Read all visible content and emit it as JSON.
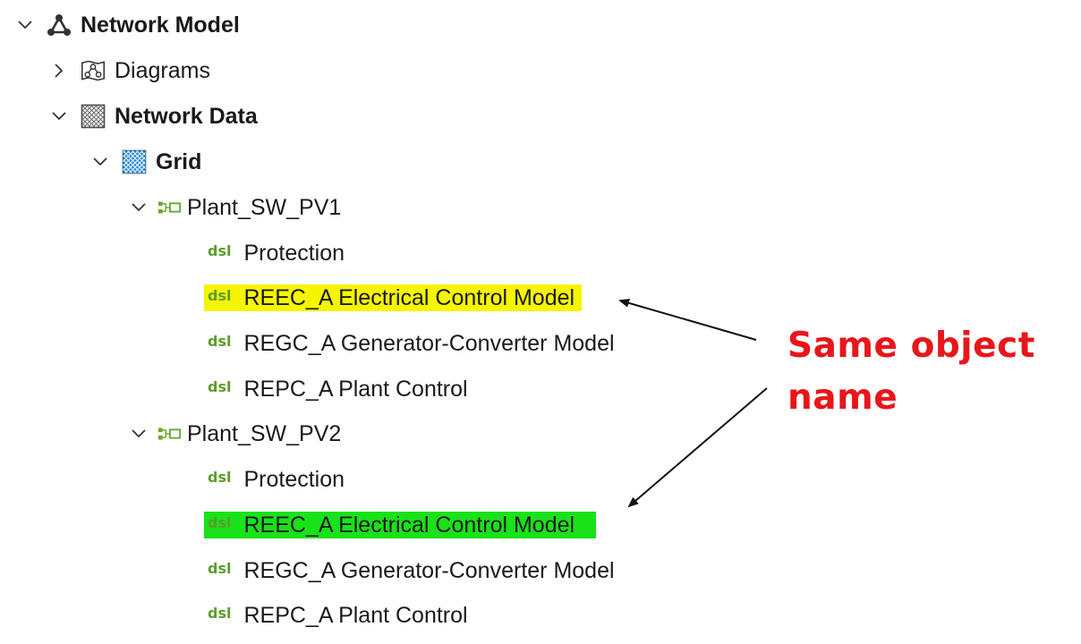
{
  "tree": {
    "root": {
      "label": "Network Model",
      "icon": "network-model-icon",
      "expanded": true
    },
    "diagrams": {
      "label": "Diagrams",
      "icon": "diagrams-icon",
      "expanded": false
    },
    "network_data": {
      "label": "Network Data",
      "icon": "network-data-icon",
      "expanded": true
    },
    "grid": {
      "label": "Grid",
      "icon": "grid-icon",
      "expanded": true
    },
    "plants": [
      {
        "label": "Plant_SW_PV1",
        "icon": "plant-icon",
        "expanded": true,
        "children": [
          {
            "tag": "dsl",
            "label": "Protection",
            "highlight": ""
          },
          {
            "tag": "dsl",
            "label": "REEC_A Electrical Control Model",
            "highlight": "#f5f500"
          },
          {
            "tag": "dsl",
            "label": "REGC_A Generator-Converter Model",
            "highlight": ""
          },
          {
            "tag": "dsl",
            "label": "REPC_A Plant Control",
            "highlight": ""
          }
        ]
      },
      {
        "label": "Plant_SW_PV2",
        "icon": "plant-icon",
        "expanded": true,
        "children": [
          {
            "tag": "dsl",
            "label": "Protection",
            "highlight": ""
          },
          {
            "tag": "dsl",
            "label": "REEC_A Electrical Control Model",
            "highlight": "#19e219"
          },
          {
            "tag": "dsl",
            "label": "REGC_A Generator-Converter Model",
            "highlight": ""
          },
          {
            "tag": "dsl",
            "label": "REPC_A Plant Control",
            "highlight": ""
          }
        ]
      }
    ]
  },
  "annotation": {
    "text": "Same object name",
    "color": "#e8161b"
  }
}
